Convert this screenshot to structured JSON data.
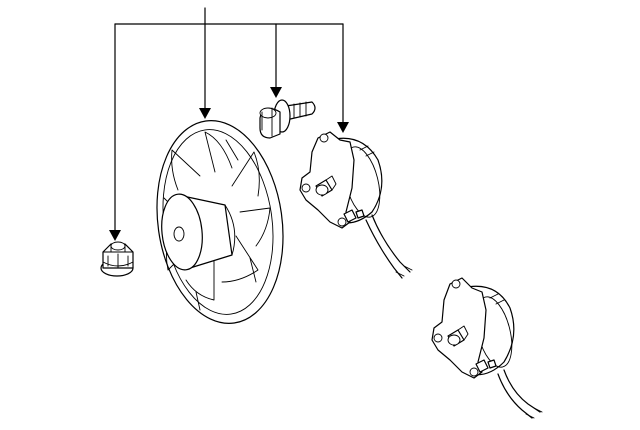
{
  "diagram": {
    "parts": [
      {
        "id": "nut",
        "icon": "flange-nut-icon"
      },
      {
        "id": "fan-blade",
        "icon": "fan-blade-icon"
      },
      {
        "id": "bolt",
        "icon": "flange-bolt-icon"
      },
      {
        "id": "fan-motor-upper",
        "icon": "fan-motor-icon"
      },
      {
        "id": "fan-motor-lower",
        "icon": "fan-motor-icon"
      }
    ],
    "colors": {
      "line": "#000000",
      "background": "#ffffff"
    }
  }
}
